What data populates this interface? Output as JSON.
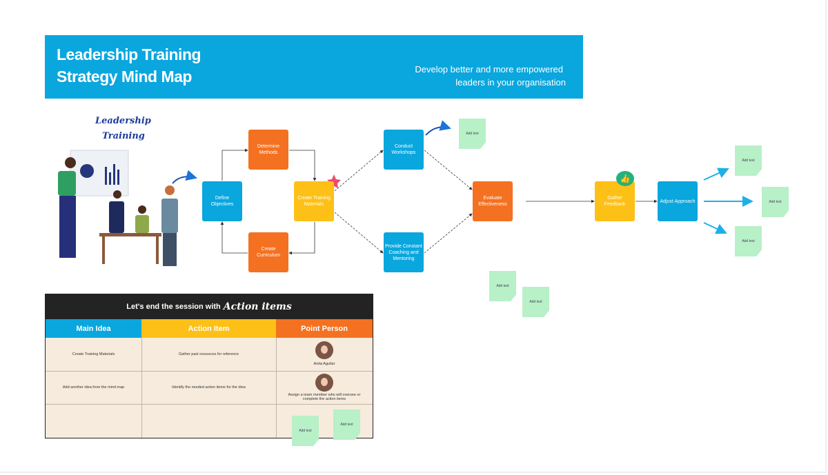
{
  "banner": {
    "title_line1": "Leadership Training",
    "title_line2": "Strategy Mind Map",
    "subtitle_line1": "Develop better and more empowered",
    "subtitle_line2": "leaders in your organisation"
  },
  "illustration": {
    "title_line1": "Leadership",
    "title_line2": "Training"
  },
  "nodes": {
    "define_objectives": "Define Objectives",
    "determine_methods": "Determine Methods",
    "create_curriculum": "Create Curriculum",
    "create_materials": "Create Training Materials",
    "conduct_workshops": "Conduct Workshops",
    "provide_coaching": "Provide Constant Coaching and Mentoring",
    "evaluate_effectiveness": "Evaluate Effectiveness",
    "gather_feedback": "Gather Feedback",
    "adjust_approach": "Adjust Approach"
  },
  "sticky_note_text": "Add text",
  "table": {
    "title": "Let's end the session with",
    "title_cursive": "Action items",
    "columns": [
      "Main Idea",
      "Action Item",
      "Point Person"
    ],
    "rows": [
      {
        "main_idea": "Create Training Materials",
        "action_item": "Gather past resources for reference",
        "person": "Anita Aguilar"
      },
      {
        "main_idea": "Add another idea from the mind map",
        "action_item": "Identify the needed action items for the idea",
        "person": "Assign a team member who will oversee or complete the action items"
      },
      {
        "main_idea": "",
        "action_item": "",
        "person": ""
      }
    ]
  },
  "colors": {
    "blue": "#0aa6de",
    "orange": "#f47121",
    "yellow": "#fdc017",
    "dark": "#232323",
    "note": "#b8f0c8"
  }
}
